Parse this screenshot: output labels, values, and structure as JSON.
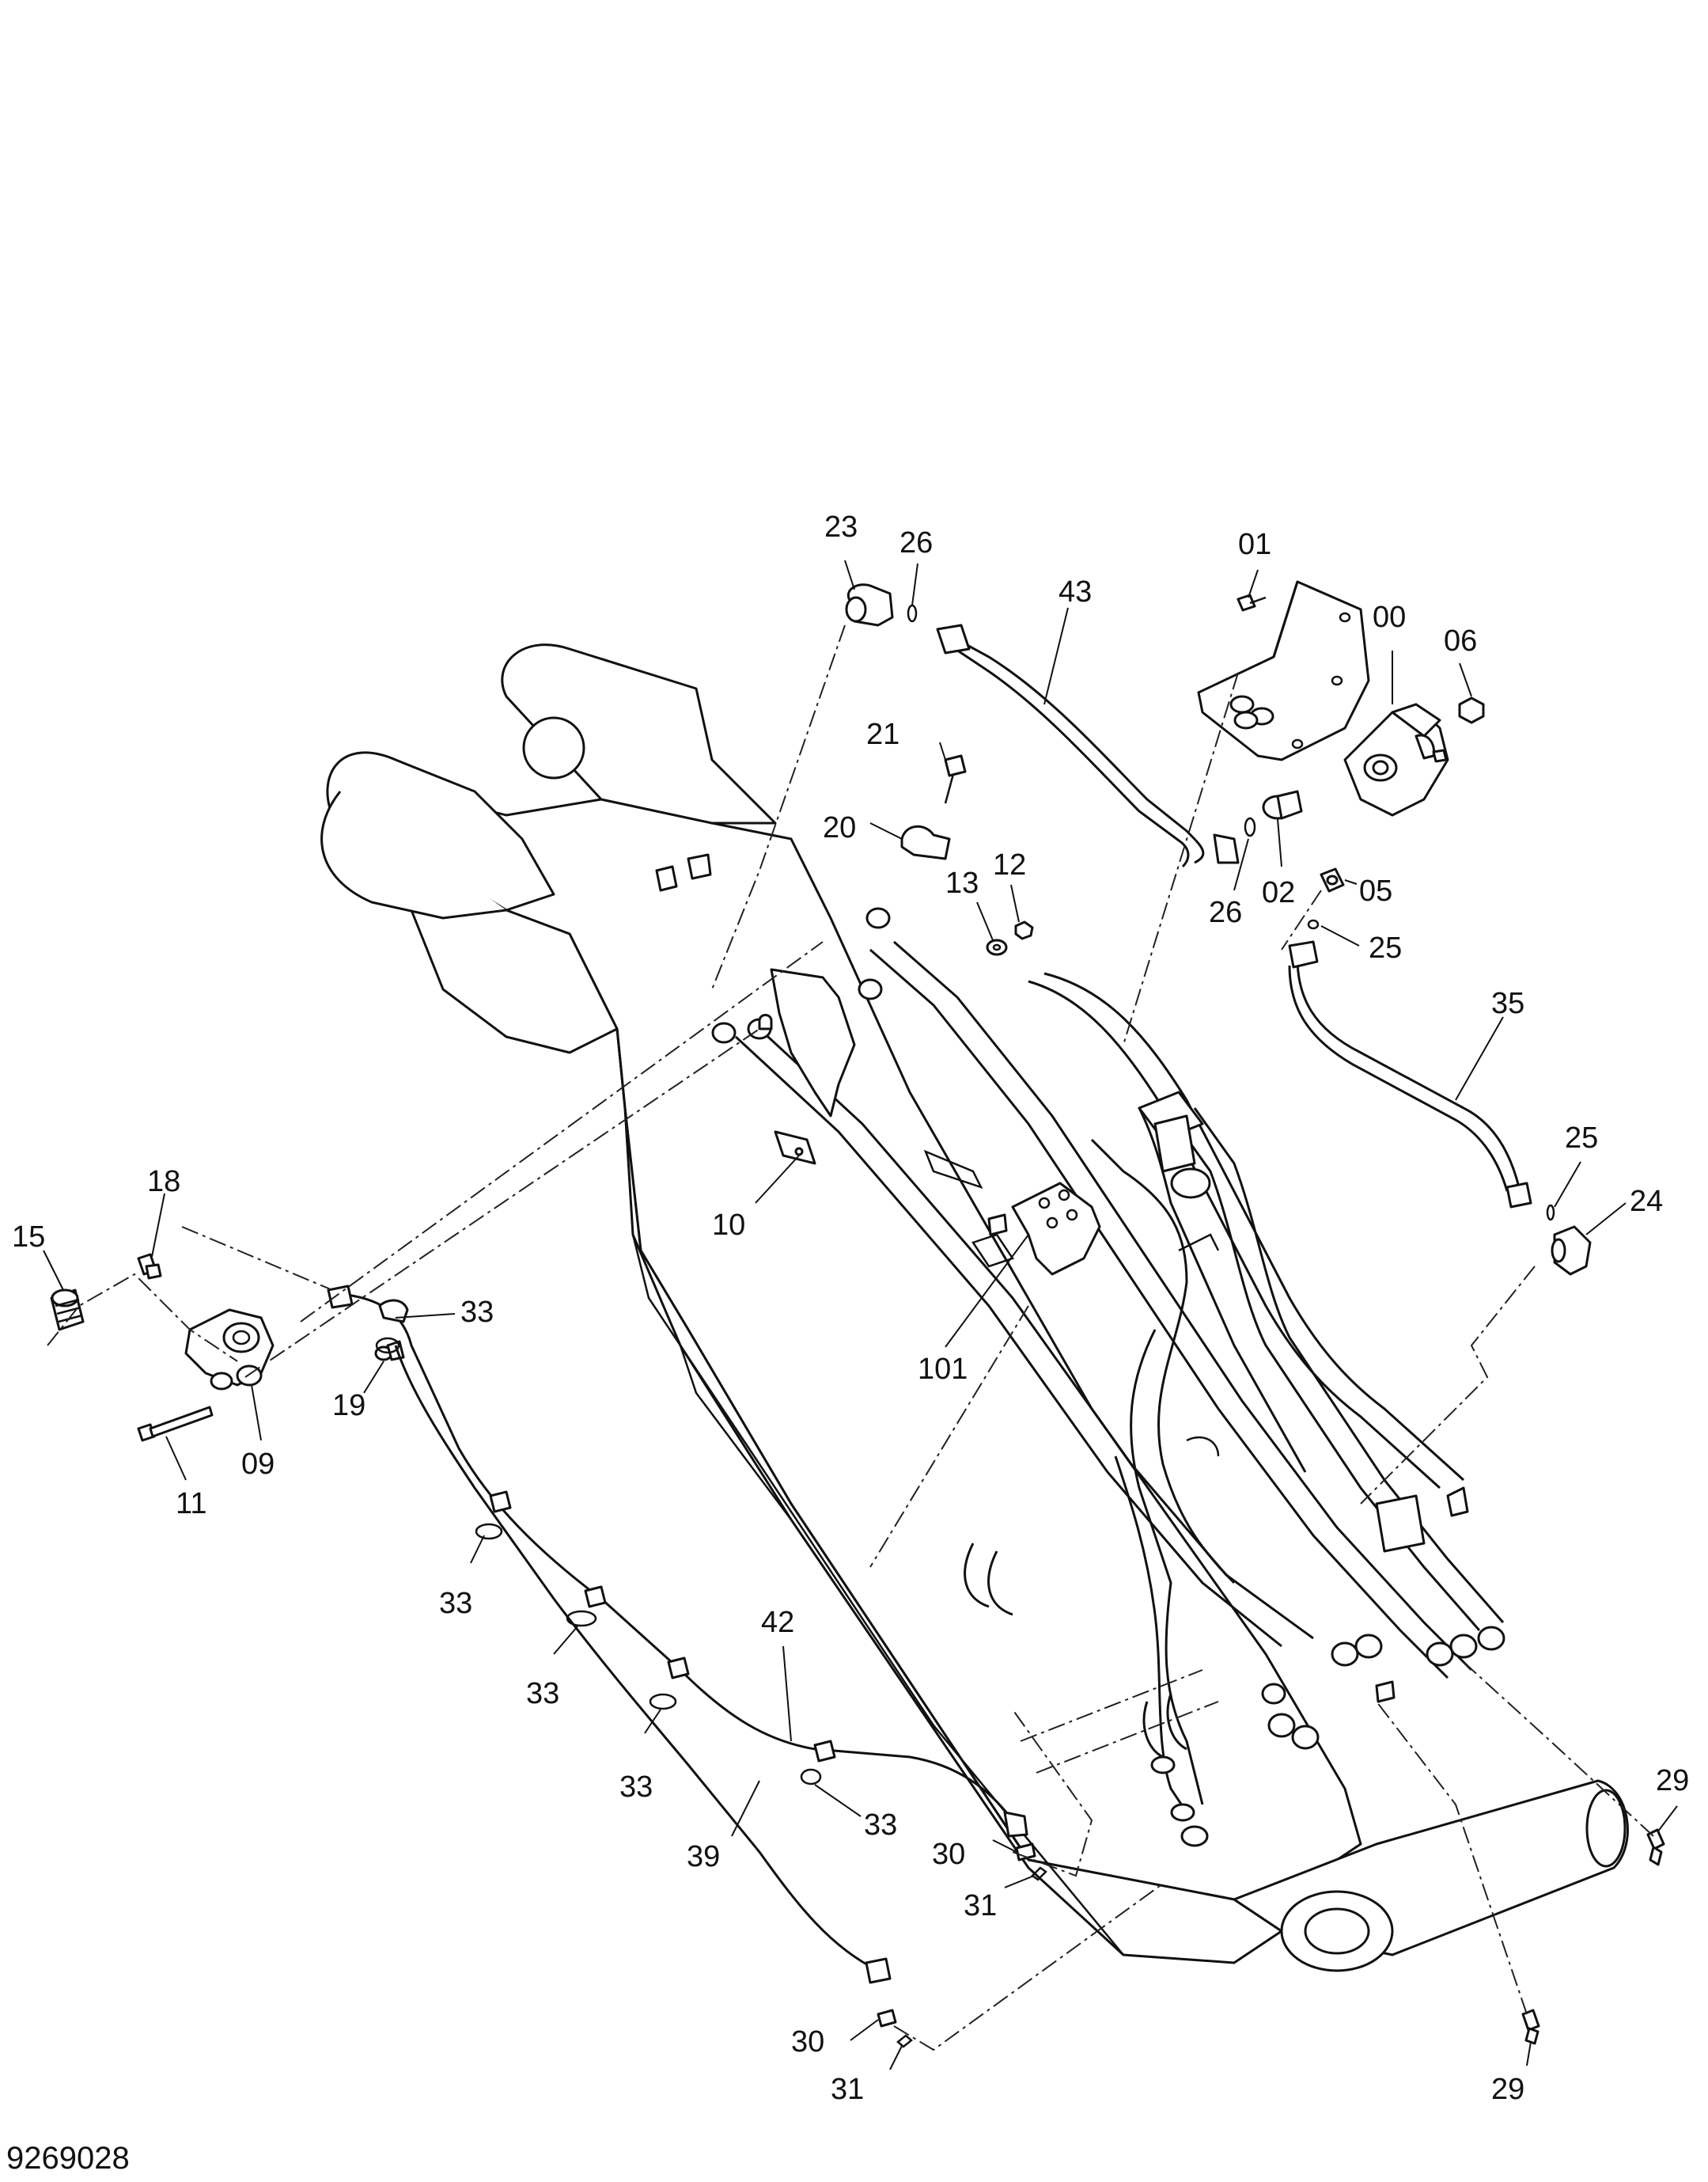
{
  "figure": {
    "drawing_number": "9269028"
  },
  "callouts": {
    "c23": "23",
    "c26a": "26",
    "c43": "43",
    "c01": "01",
    "c00": "00",
    "c06": "06",
    "c21": "21",
    "c20": "20",
    "c13": "13",
    "c12": "12",
    "c02": "02",
    "c26b": "26",
    "c05": "05",
    "c25a": "25",
    "c35": "35",
    "c25b": "25",
    "c24": "24",
    "c10": "10",
    "c101": "101",
    "c18": "18",
    "c15": "15",
    "c33a": "33",
    "c19": "19",
    "c09": "09",
    "c11": "11",
    "c33b": "33",
    "c33c": "33",
    "c42": "42",
    "c33d": "33",
    "c33e": "33",
    "c30a": "30",
    "c31a": "31",
    "c39": "39",
    "c30b": "30",
    "c31b": "31",
    "c29a": "29",
    "c29b": "29"
  }
}
